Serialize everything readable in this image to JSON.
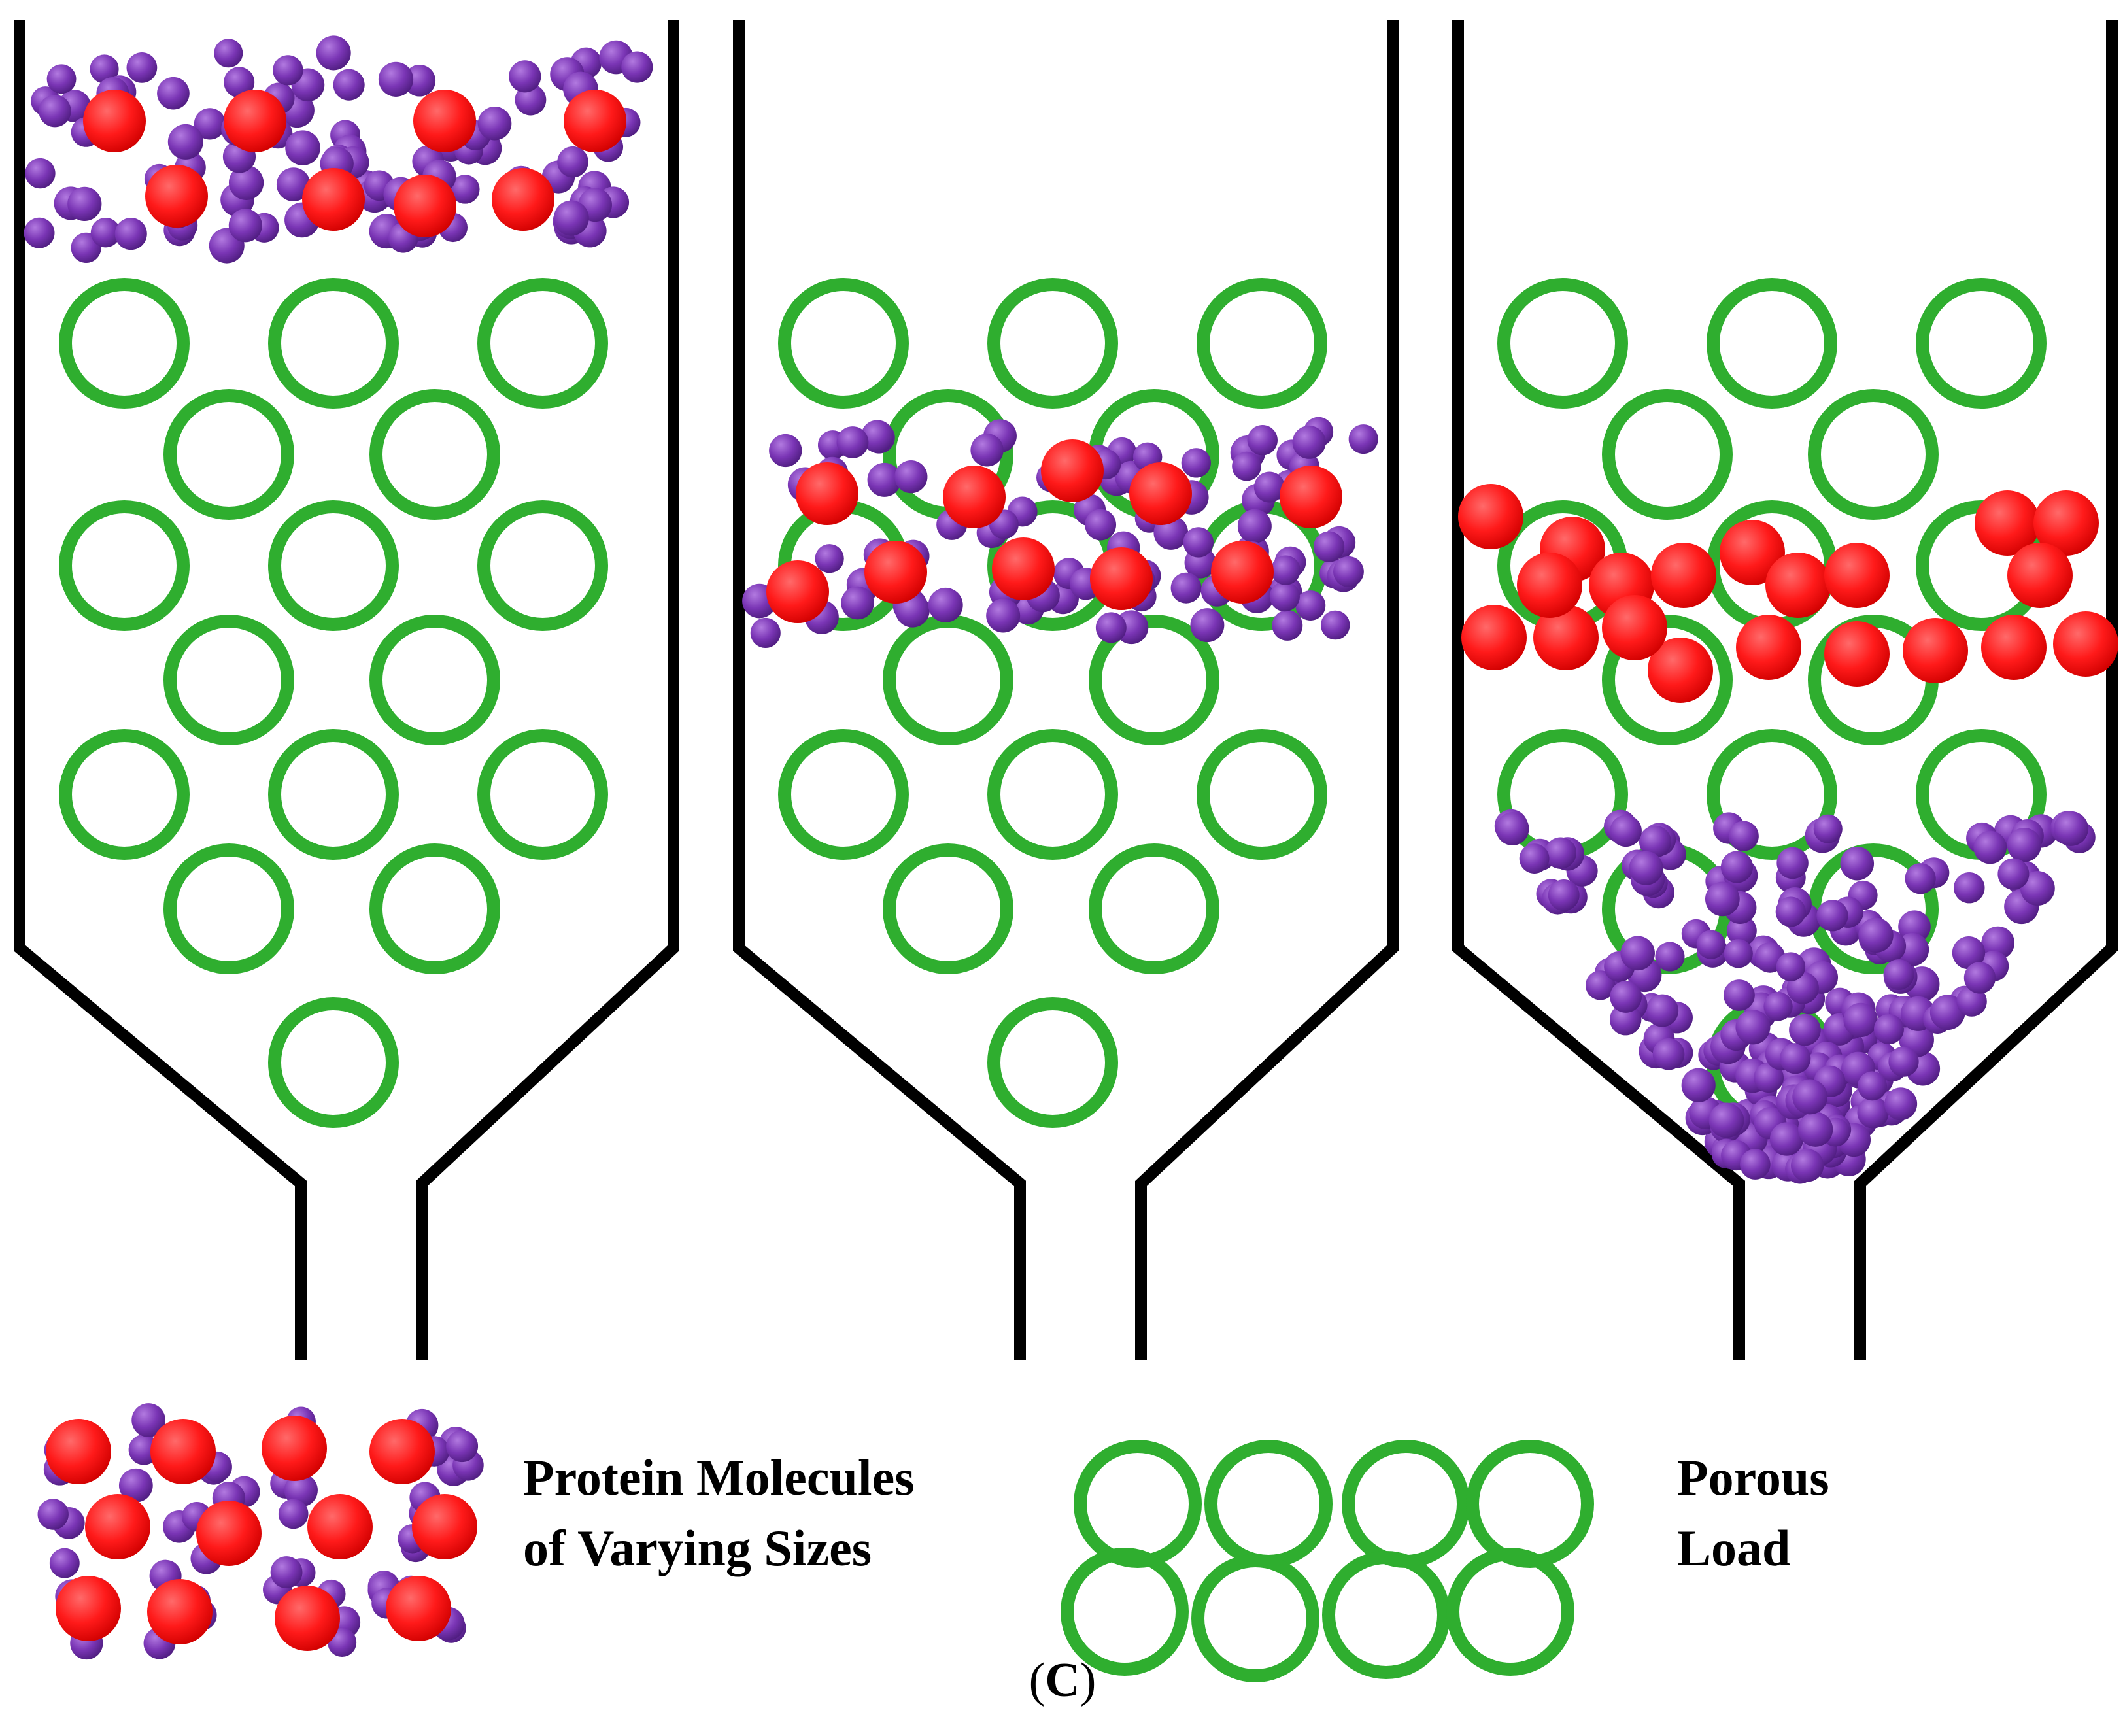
{
  "legend": {
    "protein": {
      "line1": "Protein Molecules",
      "line2": "of Varying Sizes"
    },
    "porous": {
      "line1": "Porous",
      "line2": "Load"
    }
  },
  "figure_label": {
    "open": "(",
    "letter": "C",
    "close": ")"
  },
  "colors": {
    "column_outline": "#000000",
    "porous_bead": "#2fae2f",
    "large_protein": "#ff1a1a",
    "small_protein": "#7a35b5"
  },
  "icons": {
    "column": "column-outline",
    "bead": "porous-bead-ring",
    "large": "large-protein-dot",
    "small": "small-protein-dot"
  }
}
